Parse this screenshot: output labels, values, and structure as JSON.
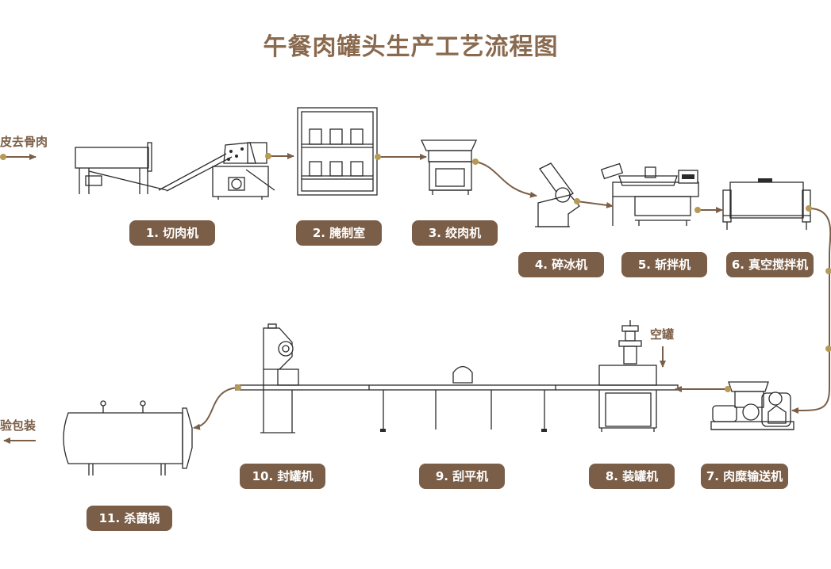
{
  "title": "午餐肉罐头生产工艺流程图",
  "input_label": "皮去骨肉",
  "output_label": "验包装",
  "empty_can_label": "空罐",
  "steps": {
    "s1": "1. 切肉机",
    "s2": "2. 腌制室",
    "s3": "3. 绞肉机",
    "s4": "4. 碎冰机",
    "s5": "5. 斩拌机",
    "s6": "6. 真空搅拌机",
    "s7": "7. 肉糜输送机",
    "s8": "8. 装罐机",
    "s9": "9. 刮平机",
    "s10": "10. 封罐机",
    "s11": "11. 杀菌锅"
  },
  "colors": {
    "accent": "#7b5e47",
    "dot": "#b79a55",
    "title": "#8a6a4e",
    "line": "#2b2b2b"
  }
}
